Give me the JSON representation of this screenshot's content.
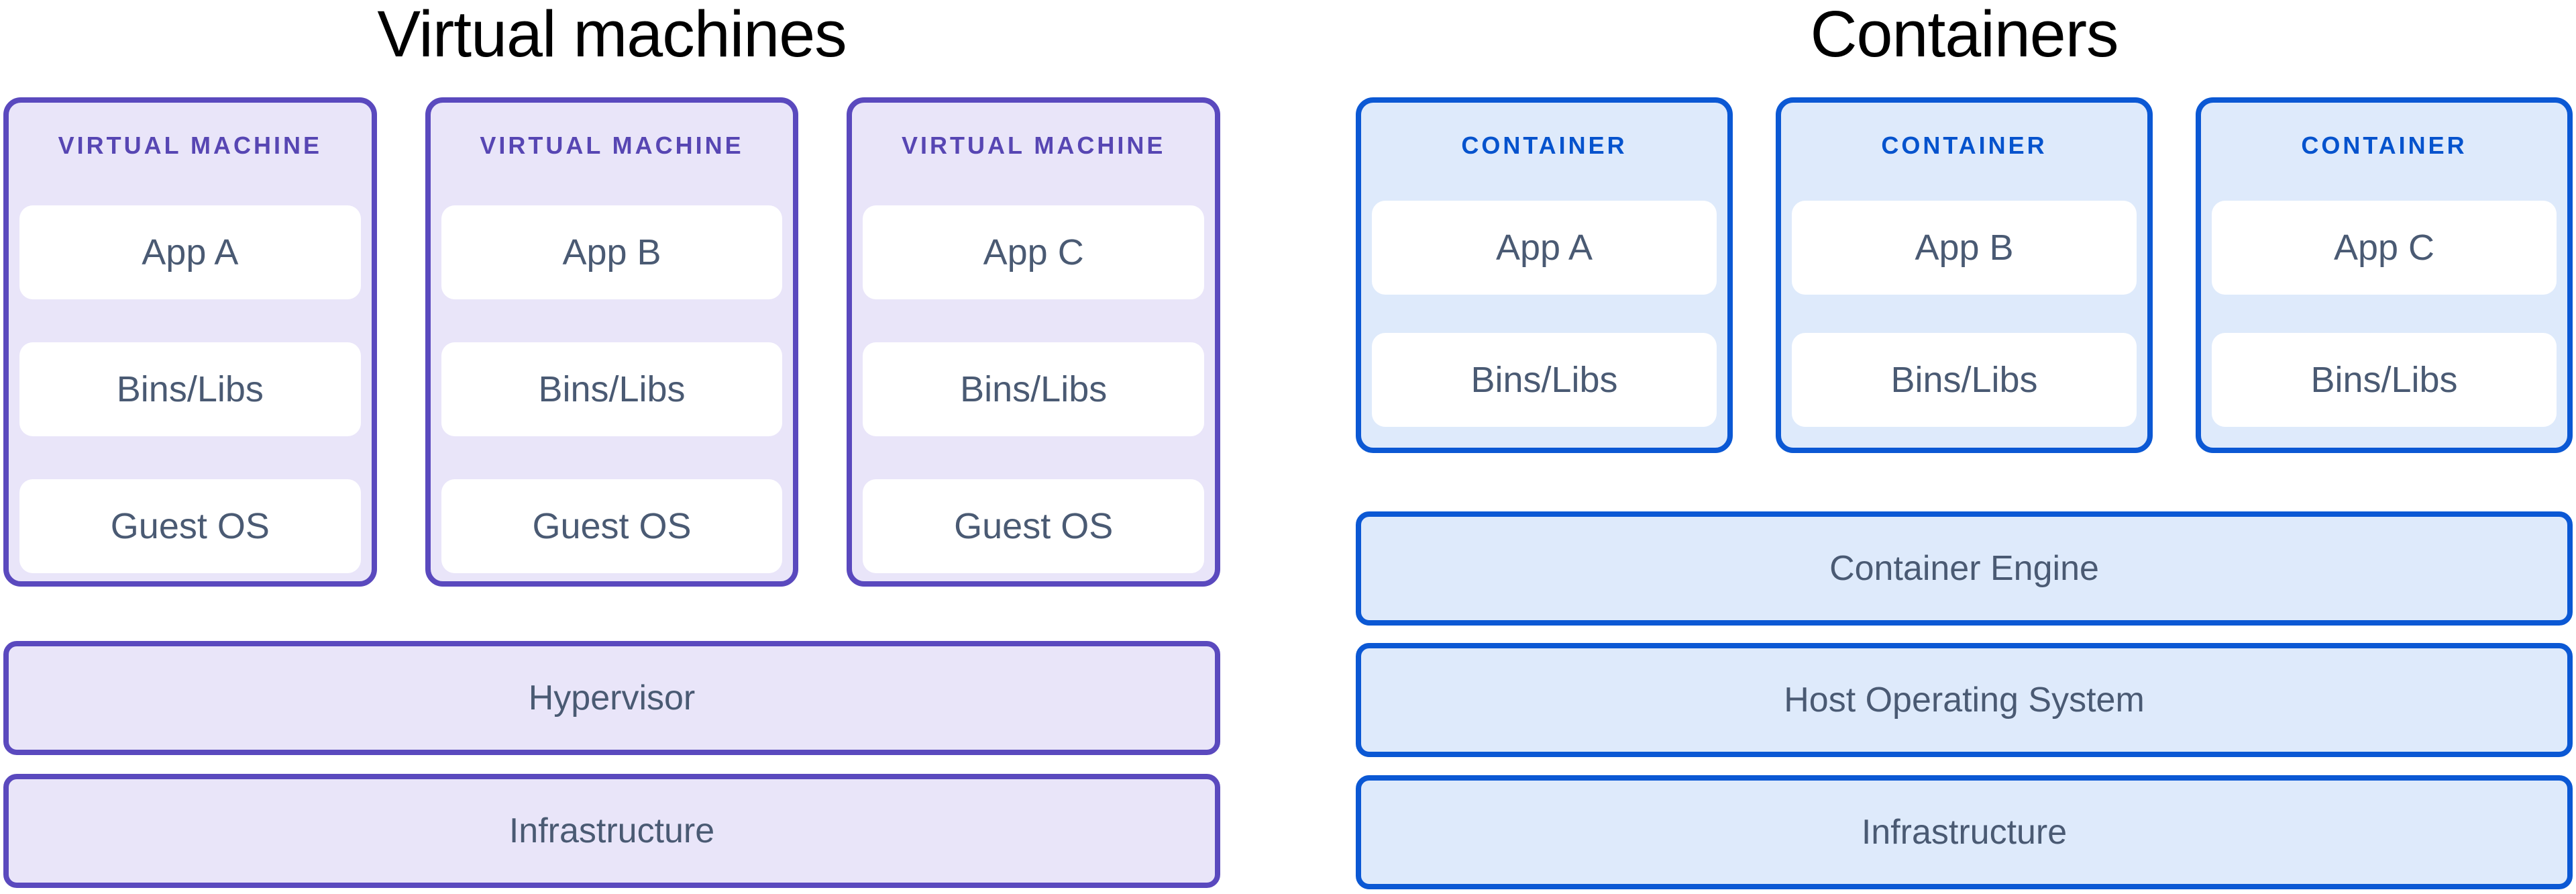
{
  "left": {
    "title": "Virtual machines",
    "cards": [
      {
        "label": "VIRTUAL MACHINE",
        "boxes": [
          "App A",
          "Bins/Libs",
          "Guest OS"
        ]
      },
      {
        "label": "VIRTUAL MACHINE",
        "boxes": [
          "App B",
          "Bins/Libs",
          "Guest OS"
        ]
      },
      {
        "label": "VIRTUAL MACHINE",
        "boxes": [
          "App C",
          "Bins/Libs",
          "Guest OS"
        ]
      }
    ],
    "bars": [
      "Hypervisor",
      "Infrastructure"
    ]
  },
  "right": {
    "title": "Containers",
    "cards": [
      {
        "label": "CONTAINER",
        "boxes": [
          "App A",
          "Bins/Libs"
        ]
      },
      {
        "label": "CONTAINER",
        "boxes": [
          "App B",
          "Bins/Libs"
        ]
      },
      {
        "label": "CONTAINER",
        "boxes": [
          "App C",
          "Bins/Libs"
        ]
      }
    ],
    "bars": [
      "Container Engine",
      "Host Operating System",
      "Infrastructure"
    ]
  },
  "colors": {
    "vm-border": "#5A49BE",
    "vm-fill": "#E9E5F9",
    "vm-label": "#5746B3",
    "container-border": "#0B58D4",
    "container-fill": "#DEEAFB",
    "container-label": "#0553CD",
    "layer-text": "#4A5A73",
    "title-text": "#000000",
    "box-fill": "#FFFFFF",
    "page-bg": "#FFFFFF"
  }
}
